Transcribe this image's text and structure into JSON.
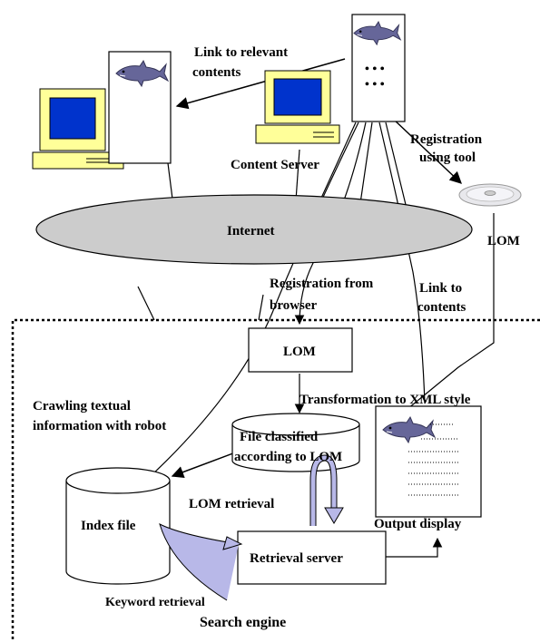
{
  "labels": {
    "link_relevant_1": "Link to relevant",
    "link_relevant_2": "contents",
    "registration_tool_1": "Registration",
    "registration_tool_2": "using tool",
    "content_server": "Content Server",
    "internet": "Internet",
    "lom_cd": "LOM",
    "registration_browser_1": "Registration from",
    "registration_browser_2": "browser",
    "link_contents_1": "Link to",
    "link_contents_2": "contents",
    "lom_box": "LOM",
    "transformation": "Transformation to XML style",
    "crawling_1": "Crawling textual",
    "crawling_2": "information with robot",
    "file_classified_1": "File classified",
    "file_classified_2": "according to LOM",
    "index_file": "Index file",
    "lom_retrieval": "LOM retrieval",
    "output_display": "Output display",
    "retrieval_server": "Retrieval server",
    "keyword_retrieval": "Keyword retrieval",
    "search_engine": "Search engine"
  },
  "server_dots": "• • •",
  "colors": {
    "monitor_body": "#ffff99",
    "monitor_screen": "#0033cc",
    "internet_fill": "#cccccc",
    "shark": "#666699",
    "retrieval_arrow": "#b8b8e8"
  }
}
